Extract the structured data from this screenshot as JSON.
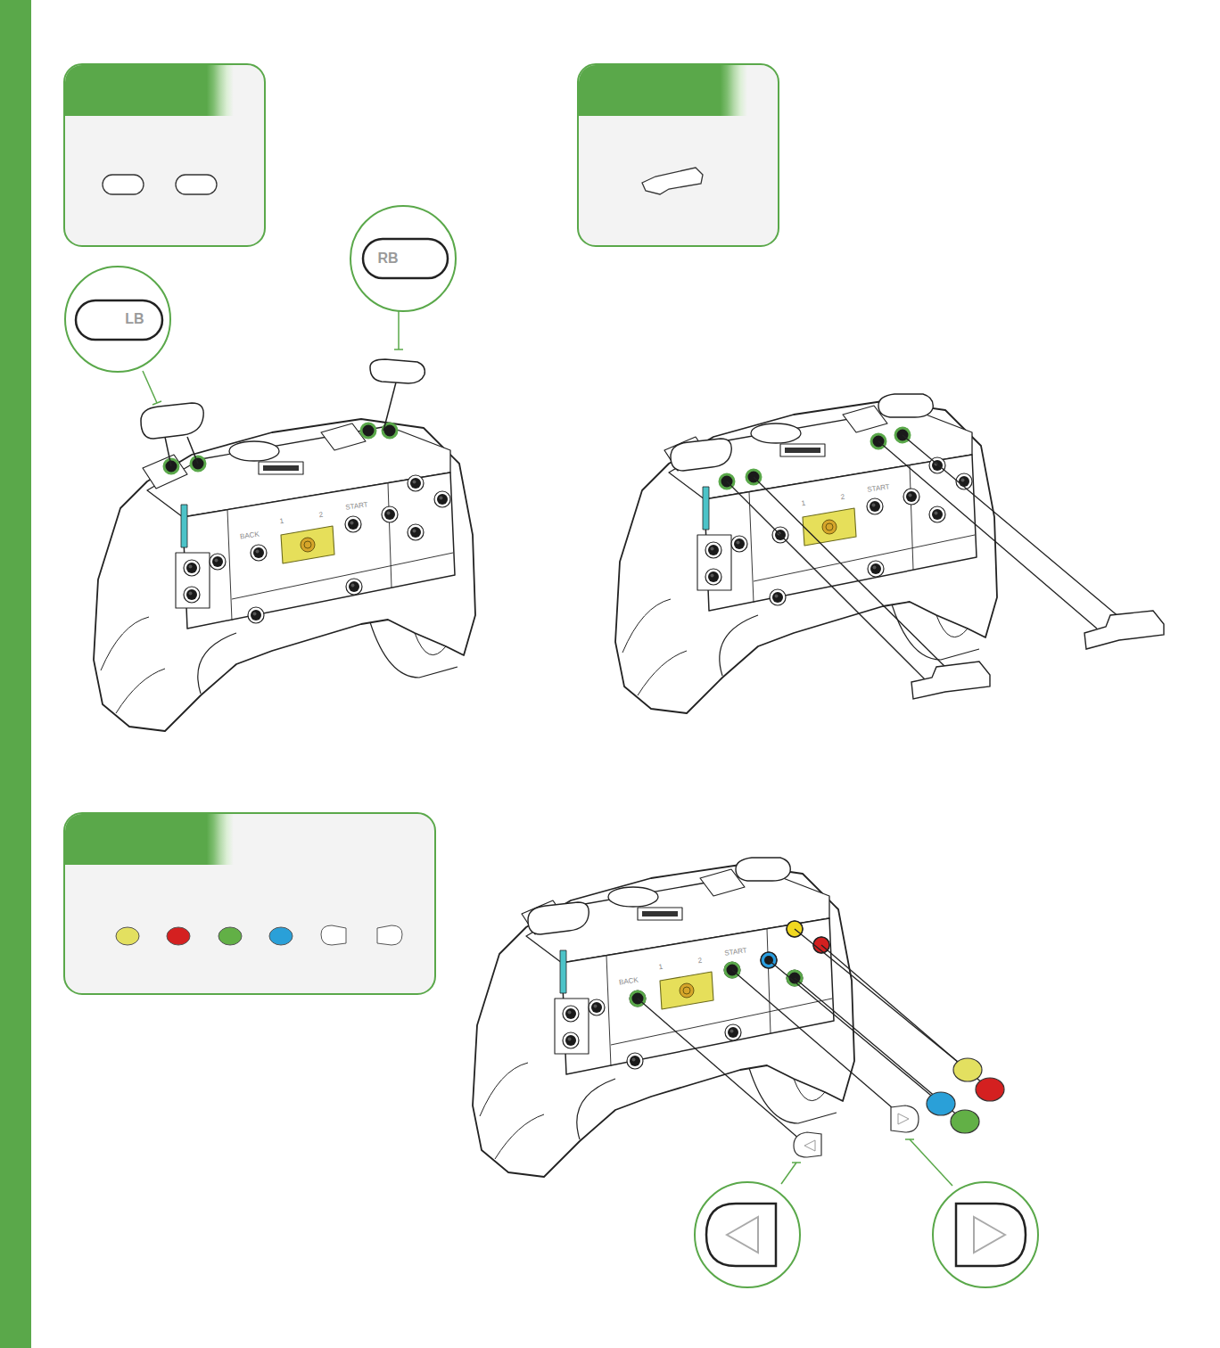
{
  "diagram": {
    "labels": [
      "LB",
      "RB",
      "BACK",
      "1",
      "2",
      "START",
      "1",
      "2",
      "START",
      "BACK",
      "1",
      "2",
      "START"
    ]
  }
}
